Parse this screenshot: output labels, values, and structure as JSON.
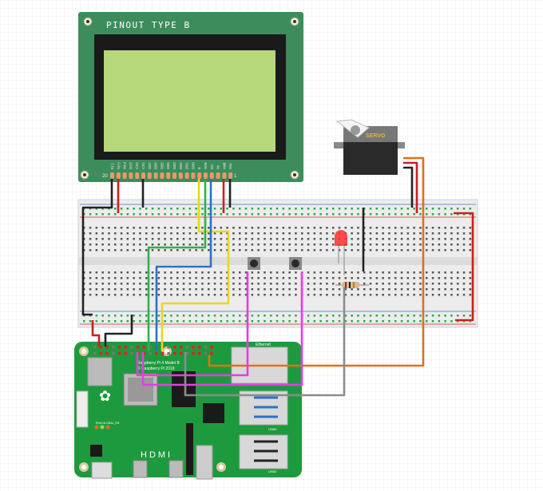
{
  "lcd": {
    "title": "PINOUT TYPE B",
    "pin_first": "20",
    "pin_last": "1",
    "pins": [
      "K(-)",
      "A(+)",
      "Vout",
      "RST",
      "CS2",
      "CS1",
      "DB7",
      "DB6",
      "DB5",
      "DB4",
      "DB3",
      "DB2",
      "DB1",
      "DB0",
      "E",
      "R/W",
      "D/I",
      "Vo",
      "Vdd",
      "Vss"
    ],
    "board_color": "#3d8d5c",
    "screen_color": "#b6d77a"
  },
  "servo": {
    "label": "SERVO",
    "label_color": "#e2b43a"
  },
  "raspberry_pi": {
    "model": "Raspberry Pi 4 Model B",
    "copyright": "© Raspberry Pi 2018",
    "ethernet": "Ethernet",
    "hdmi": "HDMI",
    "usb3": "USB3",
    "usb2": "USB2",
    "led_labels": "RUN GLOBAL_EN",
    "board_color": "#1e9a3e"
  },
  "wire_colors": {
    "black": "#222222",
    "red": "#cc1f1f",
    "yellow": "#e8d81c",
    "green": "#2db34a",
    "blue": "#2b72c8",
    "orange": "#e0701c",
    "magenta": "#e53de0",
    "gray": "#8c8c8c"
  }
}
